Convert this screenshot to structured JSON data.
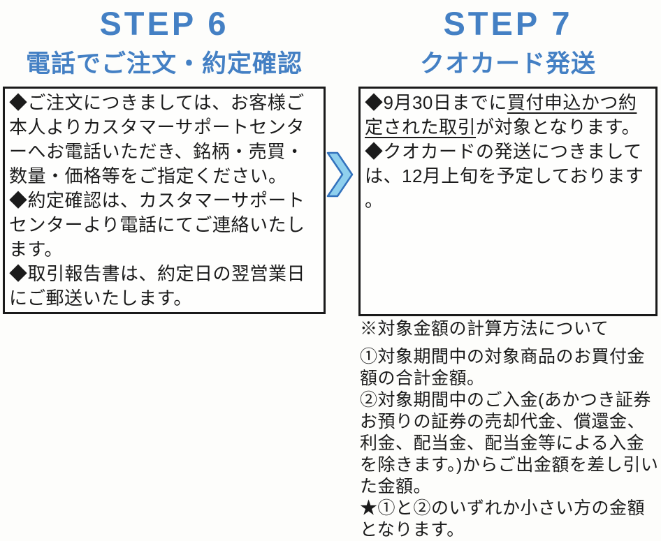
{
  "steps": {
    "step6": {
      "title": "STEP 6",
      "subtitle": "電話でご注文・約定確認",
      "items": [
        "◆ご注文につきましては、お客様ご本人よりカスタマーサポートセンターへお電話いただき、銘柄・売買・数量・価格等をご指定ください。",
        "◆約定確認は、カスタマーサポートセンターより電話にてご連絡いたします。",
        "◆取引報告書は、約定日の翌営業日にご郵送いたします。"
      ]
    },
    "step7": {
      "title": "STEP 7",
      "subtitle": "クオカード発送",
      "item1": {
        "prefix": "◆9月30日までに",
        "underlined": "買付申込かつ約定された取引",
        "suffix": "が対象となります。"
      },
      "item2": "◆クオカードの発送につきましては、12月上旬を予定しております。"
    }
  },
  "arrow": {
    "icon": "right-chevron-icon",
    "direction": "right"
  },
  "notes": {
    "heading": "※対象金額の計算方法について",
    "items": [
      "①対象期間中の対象商品のお買付金額の合計金額。",
      "②対象期間中のご入金(あかつき証券お預りの証券の売却代金、償還金、利金、配当金、配当金等による入金を除きます。)からご出金額を差し引いた金額。",
      "★①と②のいずれか小さい方の金額となります。"
    ]
  },
  "colors": {
    "heading_blue": "#4480c4",
    "arrow_fill": "#8fd0ee",
    "arrow_stroke": "#3272bd",
    "box_border": "#1a1a1a",
    "text": "#1b1b1b",
    "background": "#fdfdfb"
  }
}
